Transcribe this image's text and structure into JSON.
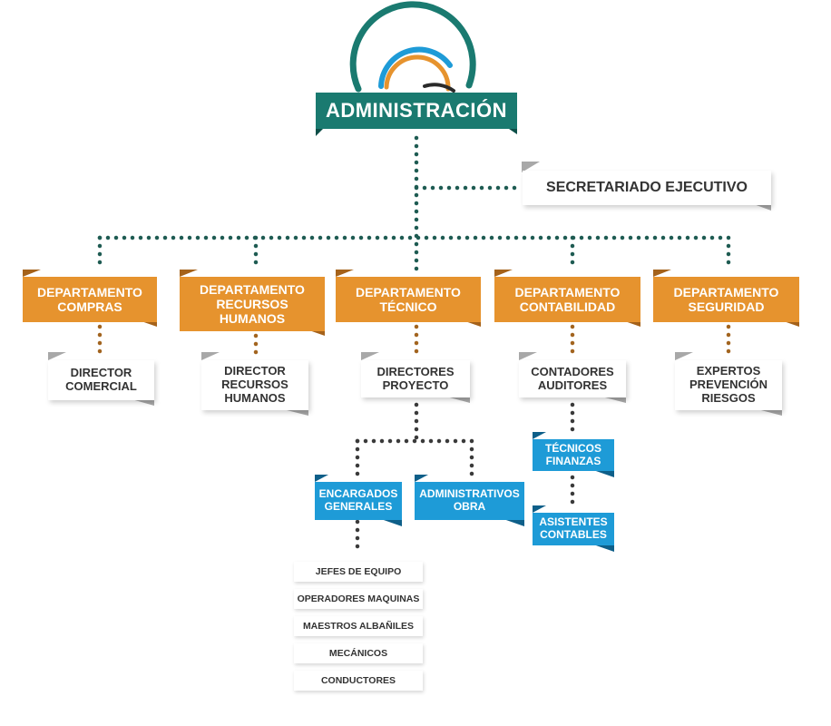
{
  "root": "ADMINISTRACIÓN",
  "secretary": "SECRETARIADO EJECUTIVO",
  "departments": [
    {
      "label": "DEPARTAMENTO\nCOMPRAS",
      "sub": "DIRECTOR\nCOMERCIAL"
    },
    {
      "label": "DEPARTAMENTO\nRECURSOS\nHUMANOS",
      "sub": "DIRECTOR\nRECURSOS\nHUMANOS"
    },
    {
      "label": "DEPARTAMENTO\nTÉCNICO",
      "sub": "DIRECTORES\nPROYECTO"
    },
    {
      "label": "DEPARTAMENTO\nCONTABILIDAD",
      "sub": "CONTADORES\nAUDITORES"
    },
    {
      "label": "DEPARTAMENTO\nSEGURIDAD",
      "sub": "EXPERTOS\nPREVENCIÓN\nRIESGOS"
    }
  ],
  "technical": {
    "encargados": "ENCARGADOS\nGENERALES",
    "administrativos": "ADMINISTRATIVOS\nOBRA",
    "staff": [
      "JEFES DE EQUIPO",
      "OPERADORES MAQUINAS",
      "MAESTROS ALBAÑILES",
      "MECÁNICOS",
      "CONDUCTORES"
    ]
  },
  "accounting": {
    "tecnicos": "TÉCNICOS\nFINANZAS",
    "asistentes": "ASISTENTES\nCONTABLES"
  },
  "colors": {
    "teal": "#1a7a70",
    "teal_dark": "#0d4f48",
    "orange": "#e6932e",
    "orange_dark": "#a5621a",
    "blue": "#1e9bd7",
    "blue_dark": "#0e5f89",
    "gray_fold": "#a8a8a8",
    "dots_teal": "#1e5b52",
    "dots_brown": "#a2641f",
    "dots_dark": "#3a3a3a"
  }
}
